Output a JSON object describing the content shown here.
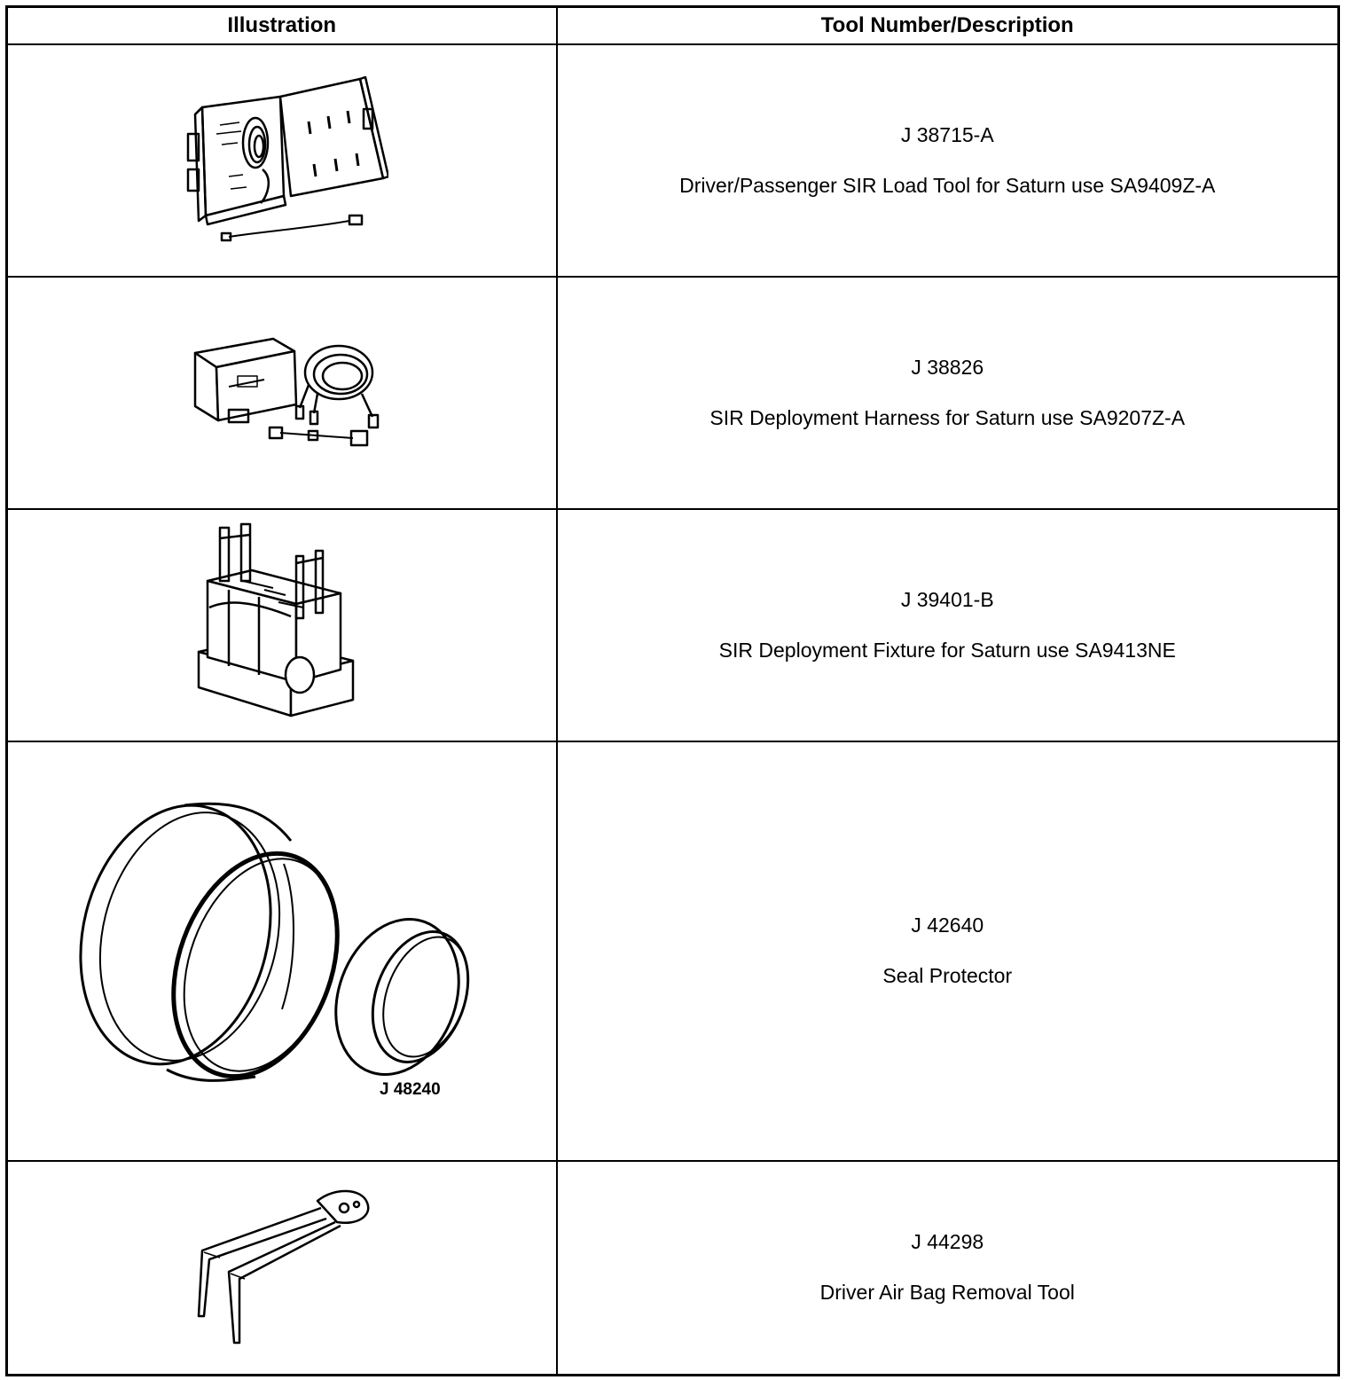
{
  "table": {
    "headers": {
      "illustration": "Illustration",
      "description": "Tool Number/Description"
    },
    "rows": [
      {
        "tool_number": "J 38715-A",
        "description": "Driver/Passenger SIR Load Tool for Saturn use SA9409Z-A"
      },
      {
        "tool_number": "J 38826",
        "description": "SIR Deployment Harness for Saturn use SA9207Z-A"
      },
      {
        "tool_number": "J 39401-B",
        "description": "SIR Deployment Fixture for Saturn use SA9413NE"
      },
      {
        "tool_number": "J 42640",
        "description": "Seal Protector",
        "illustration_callout": "J 48240"
      },
      {
        "tool_number": "J 44298",
        "description": "Driver Air Bag Removal Tool"
      }
    ]
  }
}
